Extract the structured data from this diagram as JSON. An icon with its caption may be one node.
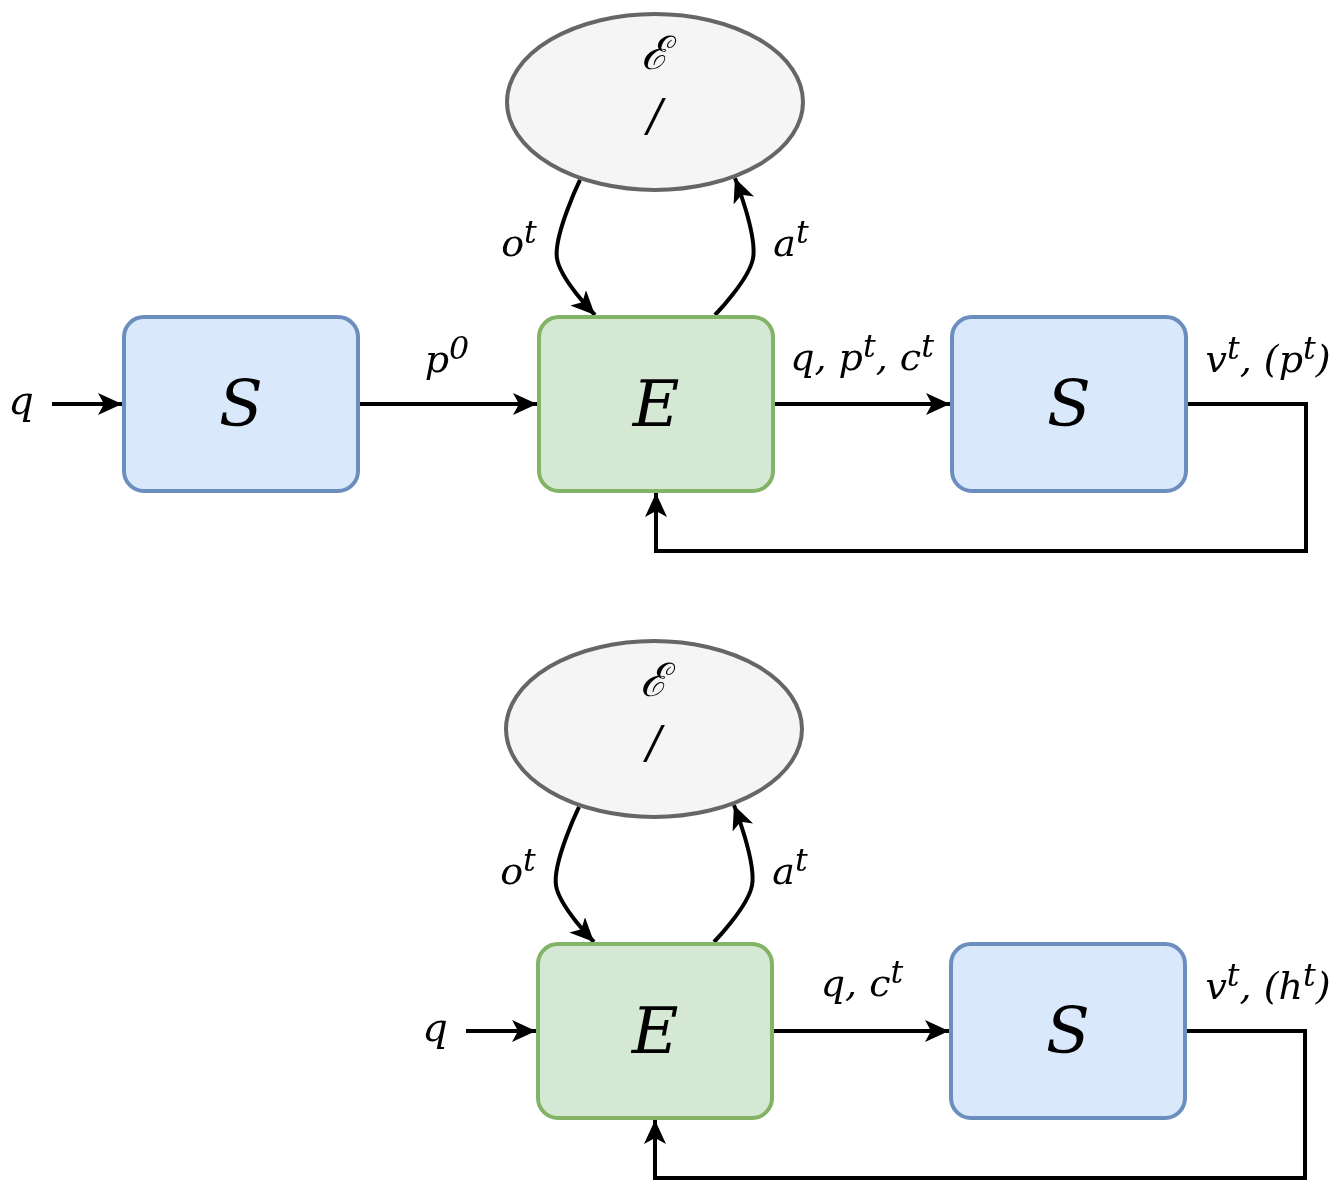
{
  "diagram": {
    "nodes": [
      {
        "text": [
          "ℰ",
          "/"
        ]
      },
      {
        "text": [
          "S"
        ]
      },
      {
        "text": [
          "E"
        ]
      },
      {
        "text": [
          "S"
        ]
      },
      {
        "text": [
          "q"
        ]
      },
      {
        "text": [
          "ℰ",
          "/"
        ]
      },
      {
        "text": [
          "E"
        ]
      },
      {
        "text": [
          "S"
        ]
      },
      {
        "text": [
          "q"
        ]
      }
    ],
    "edges": [
      {
        "from": 4,
        "to": 1,
        "arrow": "to"
      },
      {
        "from": 1,
        "to": 2,
        "arrow": "to",
        "label": "p$^{0}$"
      },
      {
        "from": 0,
        "to": 2,
        "arrow": "to",
        "label": "o$^{t}$"
      },
      {
        "from": 2,
        "to": 0,
        "arrow": "to",
        "label": "a$^{t}$"
      },
      {
        "from": 2,
        "to": 3,
        "arrow": "to",
        "label": "q, p$^{t}$, c$^{t}$"
      },
      {
        "from": 3,
        "to": 2,
        "arrow": "to",
        "label": "v$^{t}$, (p$^{t}$)"
      },
      {
        "from": 8,
        "to": 6,
        "arrow": "to"
      },
      {
        "from": 5,
        "to": 6,
        "arrow": "to",
        "label": "o$^{t}$"
      },
      {
        "from": 6,
        "to": 5,
        "arrow": "to",
        "label": "a$^{t}$"
      },
      {
        "from": 6,
        "to": 7,
        "arrow": "to",
        "label": "q, c$^{t}$"
      },
      {
        "from": 7,
        "to": 6,
        "arrow": "to",
        "label": "v$^{t}$, (h$^{t}$)"
      }
    ]
  }
}
